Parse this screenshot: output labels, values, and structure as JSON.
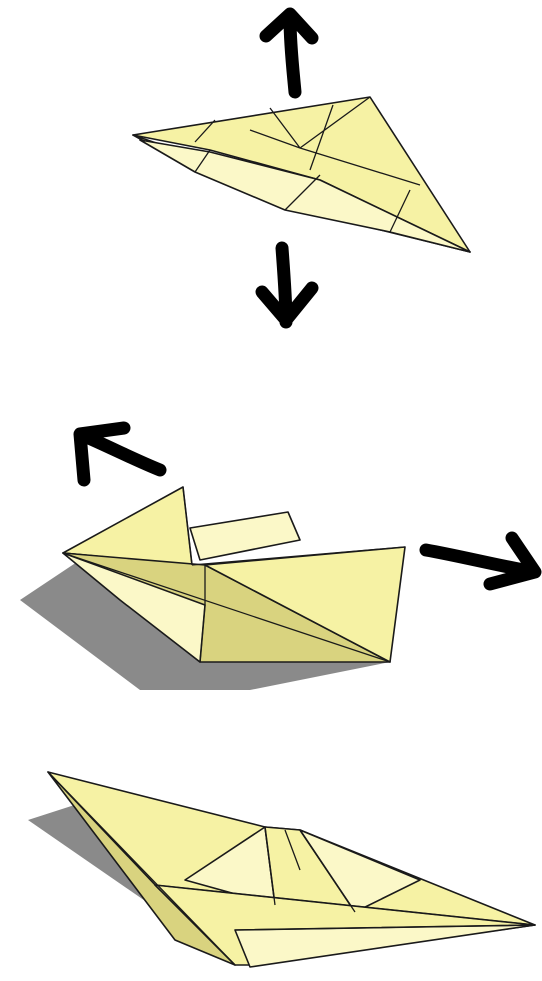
{
  "colors": {
    "paper": "#f6f2a4",
    "paper_light": "#fbf8c8",
    "paper_dark": "#d9d37f",
    "shadow": "#8a8a8a",
    "arrow": "#000000",
    "background": "#ffffff"
  },
  "steps": [
    {
      "id": "step-1",
      "description_icon": "folded-triangle-open-up-down",
      "arrows": [
        "arrow-up",
        "arrow-down"
      ]
    },
    {
      "id": "step-2",
      "description_icon": "half-open-boat",
      "arrows": [
        "arrow-up-left",
        "arrow-right"
      ]
    },
    {
      "id": "step-3",
      "description_icon": "finished-paper-boat",
      "arrows": []
    }
  ]
}
